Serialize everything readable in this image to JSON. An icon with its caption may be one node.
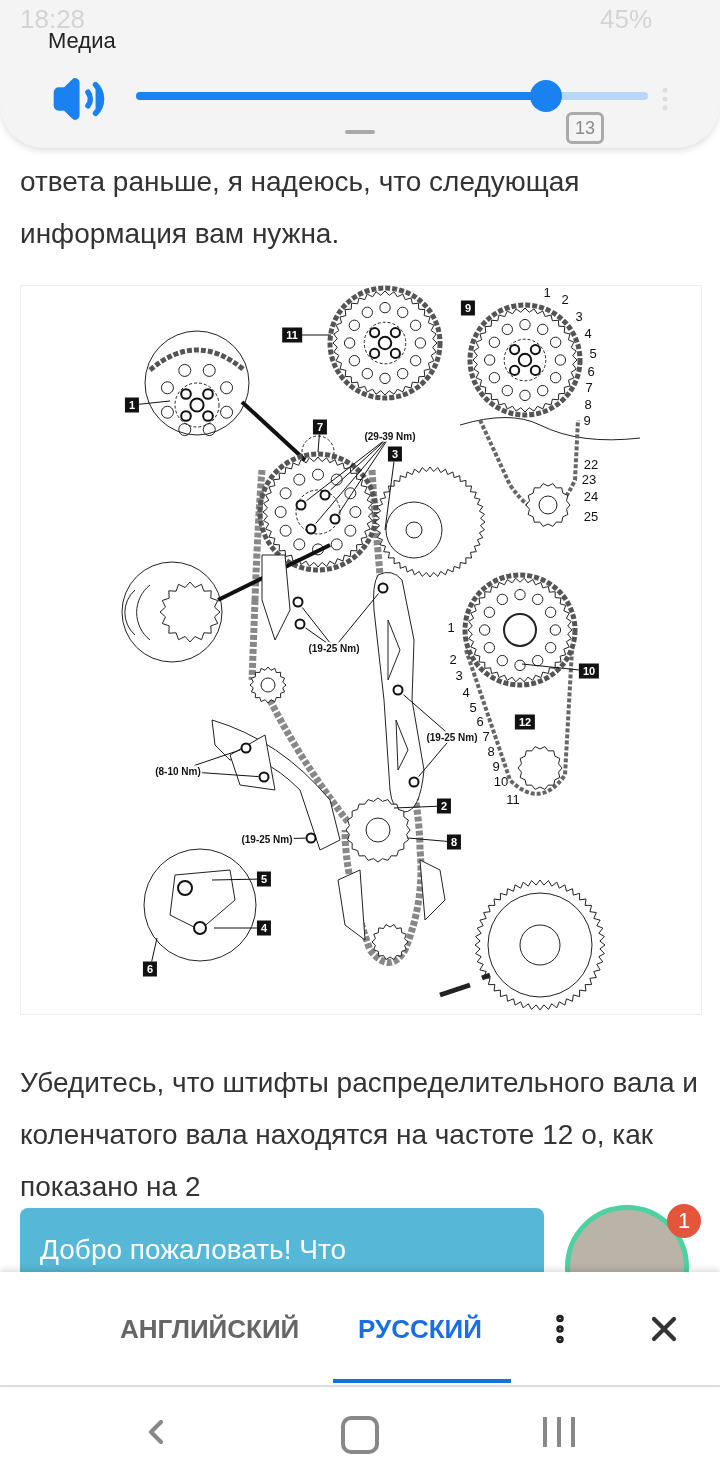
{
  "diagram": {
    "nodes": [
      {
        "text": [
          "11"
        ]
      },
      {
        "text": [
          "1"
        ]
      },
      {
        "text": [
          "7"
        ]
      },
      {
        "text": [
          "(29-39 Nm)"
        ]
      },
      {
        "text": [
          "3"
        ]
      },
      {
        "text": [
          "(19-25 Nm)"
        ]
      },
      {
        "text": [
          "(19-25 Nm)"
        ]
      },
      {
        "text": [
          "(8-10 Nm)"
        ]
      },
      {
        "text": [
          "(19-25 Nm)"
        ]
      },
      {
        "text": [
          "10"
        ]
      },
      {
        "text": [
          "2"
        ]
      },
      {
        "text": [
          "8"
        ]
      },
      {
        "text": [
          "5"
        ]
      },
      {
        "text": [
          "4"
        ]
      },
      {
        "text": [
          "6"
        ]
      },
      {
        "text": [
          "9"
        ]
      },
      {
        "text": [
          "12"
        ]
      },
      {
        "text": [],
        "shape": "circle"
      },
      {
        "text": [],
        "shape": "circle"
      },
      {
        "text": [],
        "shape": "circle"
      },
      {
        "text": [],
        "shape": "circle"
      },
      {
        "text": [],
        "shape": "circle"
      },
      {
        "text": [],
        "shape": "circle"
      },
      {
        "text": [],
        "shape": "circle"
      },
      {
        "text": [],
        "shape": "circle"
      },
      {
        "text": [],
        "shape": "circle"
      },
      {
        "text": [],
        "shape": "circle"
      },
      {
        "text": [],
        "shape": "circle"
      },
      {
        "text": [],
        "shape": "circle"
      }
    ],
    "edges": [
      {
        "from": 0,
        "to": null,
        "arrow": "none"
      },
      {
        "from": 1,
        "to": null,
        "arrow": "none"
      },
      {
        "from": 2,
        "to": null,
        "arrow": "none"
      },
      {
        "from": 3,
        "to": 17,
        "arrow": "none"
      },
      {
        "from": 3,
        "to": 18,
        "arrow": "none"
      },
      {
        "from": 3,
        "to": 19,
        "arrow": "none"
      },
      {
        "from": 3,
        "to": 20,
        "arrow": "none"
      },
      {
        "from": 4,
        "to": null,
        "arrow": "none"
      },
      {
        "from": 5,
        "to": 21,
        "arrow": "none"
      },
      {
        "from": 5,
        "to": 22,
        "arrow": "none"
      },
      {
        "from": 5,
        "to": 23,
        "arrow": "none"
      },
      {
        "from": 6,
        "to": 24,
        "arrow": "none"
      },
      {
        "from": 6,
        "to": 25,
        "arrow": "none"
      },
      {
        "from": 7,
        "to": 26,
        "arrow": "none"
      },
      {
        "from": 7,
        "to": 27,
        "arrow": "none"
      },
      {
        "from": 8,
        "to": 28,
        "arrow": "none"
      },
      {
        "from": 9,
        "to": null,
        "arrow": "none"
      },
      {
        "from": 10,
        "to": null,
        "arrow": "none"
      },
      {
        "from": 11,
        "to": null,
        "arrow": "none"
      },
      {
        "from": 12,
        "to": null,
        "arrow": "none"
      },
      {
        "from": 13,
        "to": null,
        "arrow": "none"
      },
      {
        "from": 14,
        "to": null,
        "arrow": "none"
      }
    ],
    "labels": [
      "18:28",
      "45%",
      "Медиа",
      "13",
      "ответа раньше, я надеюсь, что следующая информация вам нужна.",
      "1",
      "2",
      "3",
      "4",
      "5",
      "6",
      "7",
      "8",
      "9",
      "22",
      "23",
      "24",
      "25",
      "1",
      "2",
      "3",
      "4",
      "5",
      "6",
      "7",
      "8",
      "9",
      "10",
      "11",
      "Убедитесь, что штифты распределительного вала и коленчатого вала находятся на частоте 12 о, как показано на 2",
      "Добро пожаловать! Что",
      "1",
      "АНГЛИЙСКИЙ",
      "РУССКИЙ"
    ]
  }
}
